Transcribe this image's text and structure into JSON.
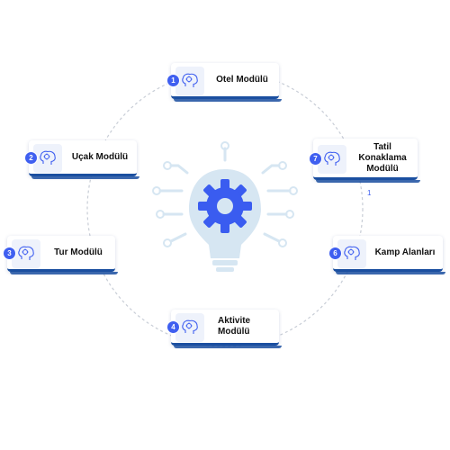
{
  "modules": [
    {
      "number": "1",
      "label": "Otel Modülü"
    },
    {
      "number": "2",
      "label": "Uçak Modülü"
    },
    {
      "number": "3",
      "label": "Tur Modülü"
    },
    {
      "number": "4",
      "label": "Aktivite Modülü"
    },
    {
      "number": "6",
      "label": "Kamp Alanları"
    },
    {
      "number": "7",
      "label": "Tatil Konaklama Modülü"
    }
  ],
  "stray_number": "1",
  "colors": {
    "accent": "#3f5ff0",
    "card_border": "#1b4fa0",
    "bulb": "#d6e6f2",
    "gear": "#3a5cf0",
    "ring": "#c8cdd6"
  },
  "icons": {
    "center": "lightbulb-gear-icon",
    "card": "brain-gear-icon"
  }
}
